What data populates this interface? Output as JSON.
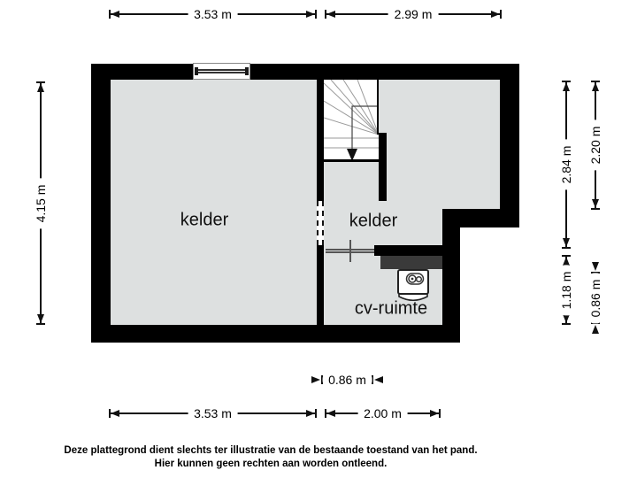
{
  "plan": {
    "rooms": [
      {
        "id": "kelder_large",
        "label": "kelder"
      },
      {
        "id": "kelder_small",
        "label": "kelder"
      },
      {
        "id": "cv_ruimte",
        "label": "cv-ruimte"
      }
    ]
  },
  "dims": {
    "top_left": "3.53 m",
    "top_right": "2.99 m",
    "left": "4.15 m",
    "right_inner_top": "2.84 m",
    "right_outer_top": "2.20 m",
    "right_inner_bottom": "1.18 m",
    "right_outer_bottom": "0.86 m",
    "bottom_small": "0.86 m",
    "bottom_left": "3.53 m",
    "bottom_right": "2.00 m"
  },
  "disclaimer": {
    "line1": "Deze plattegrond dient slechts ter illustratie van de bestaande toestand van het pand.",
    "line2": "Hier kunnen geen rechten aan worden ontleend."
  },
  "colors": {
    "wall": "#000000",
    "floor": "#dde0e0",
    "feature_dark": "#3a3a3a",
    "background": "#ffffff",
    "dim_pill_bg": "#ffffff",
    "dim_text": "#000000"
  }
}
